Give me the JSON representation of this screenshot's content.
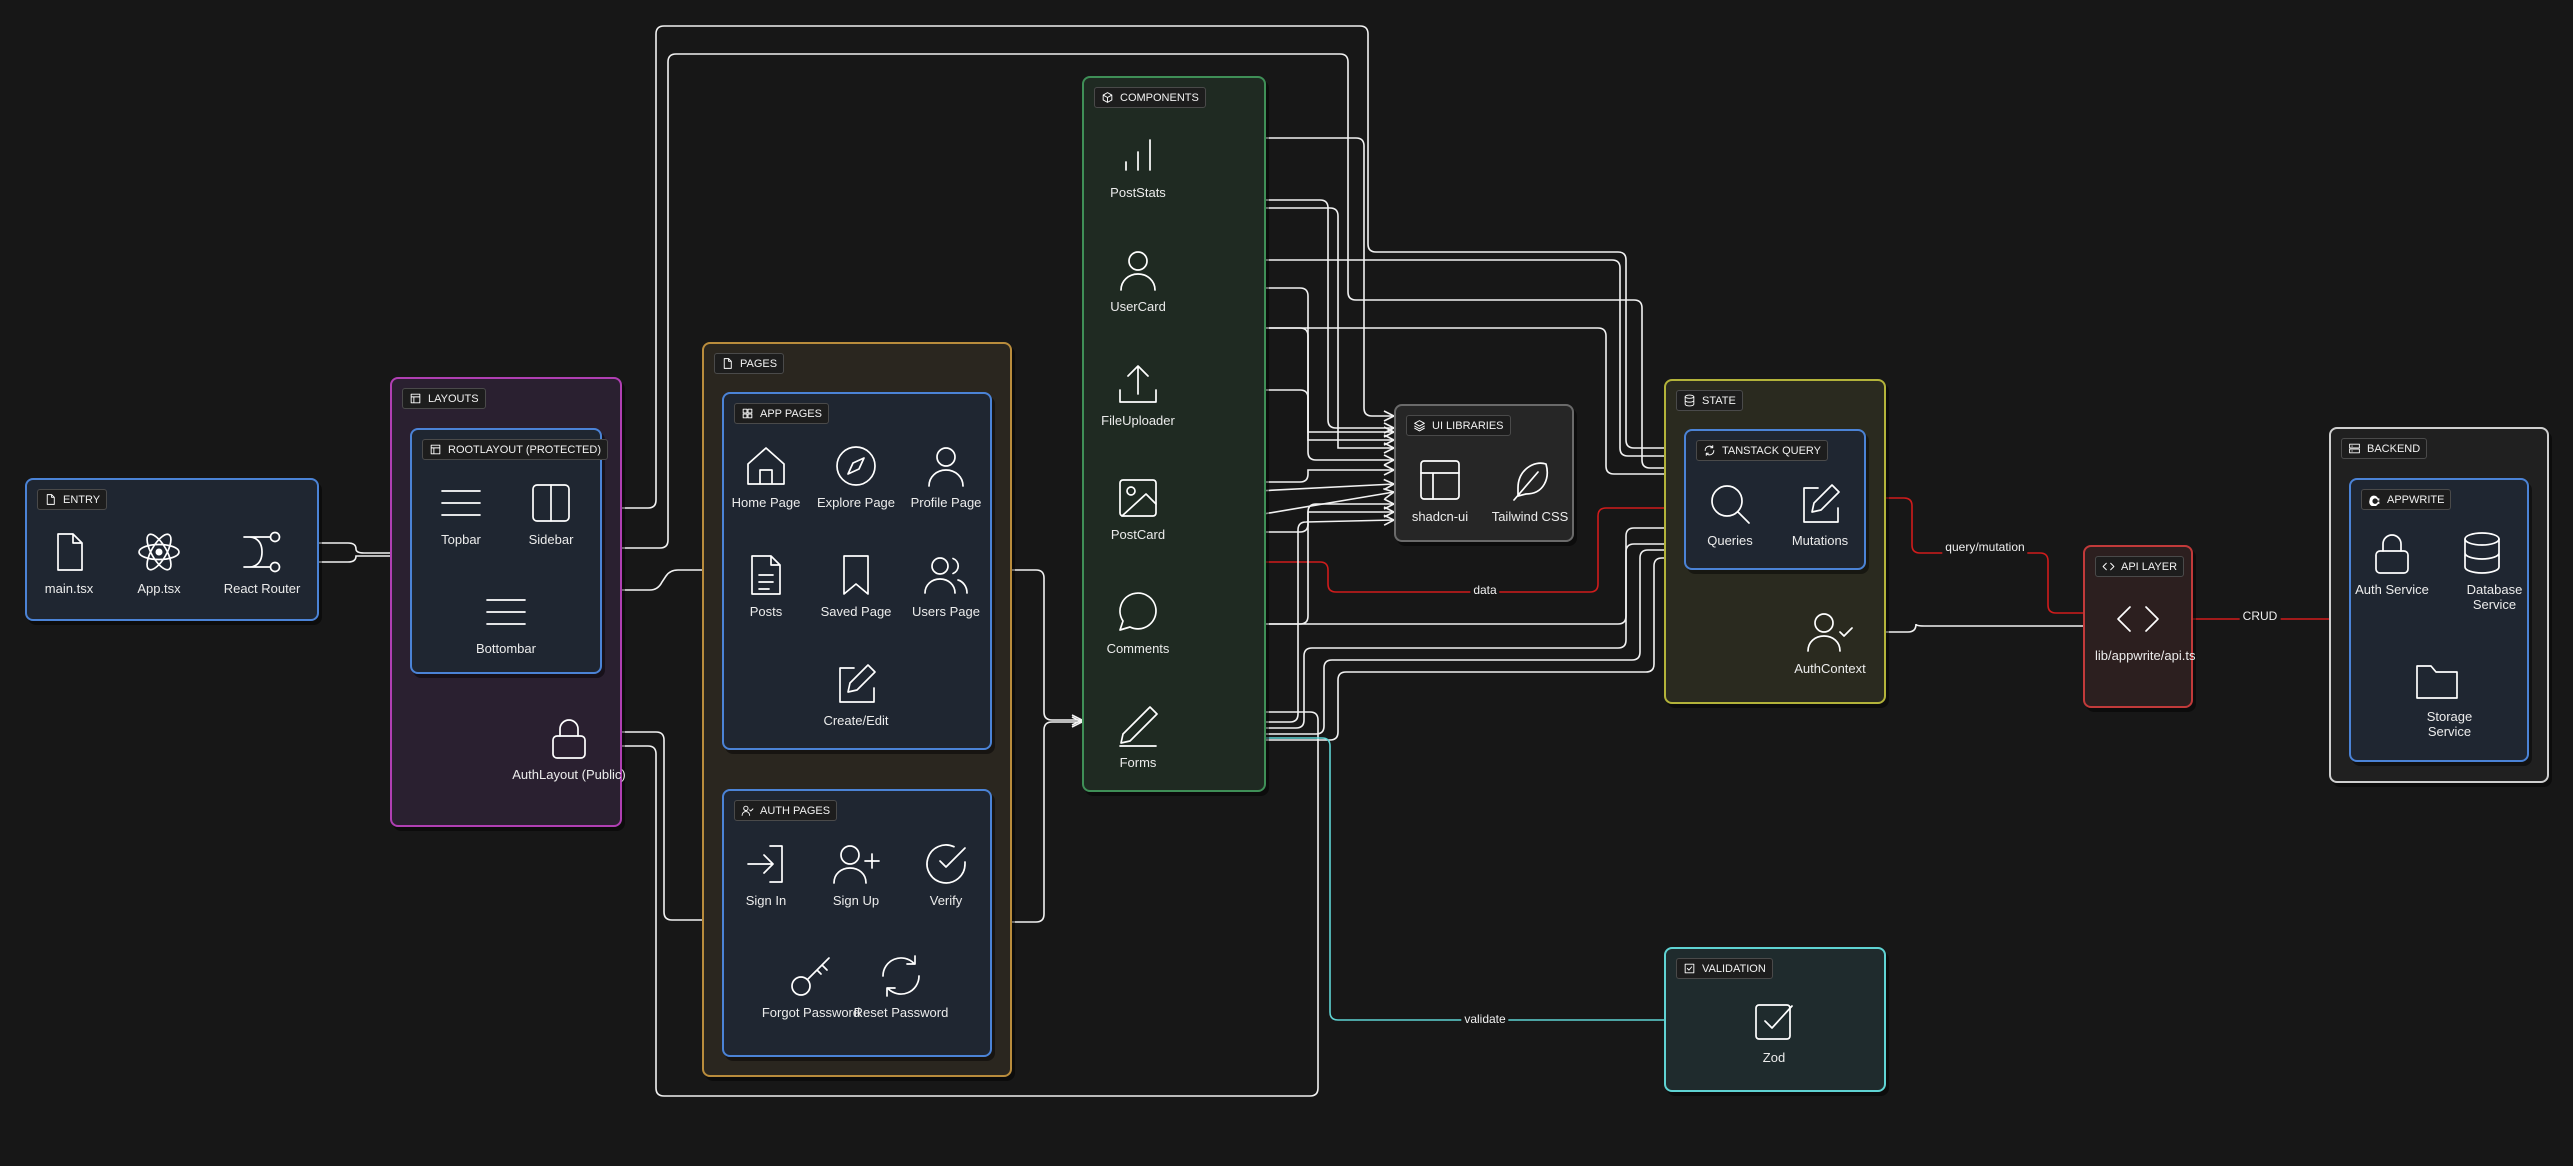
{
  "colors": {
    "background": "#171717",
    "edge_default": "#f2f2f2",
    "edge_data": "#d01c1c",
    "edge_validate": "#5fd3d3"
  },
  "groups": {
    "entry": {
      "label": "ENTRY",
      "icon": "file-icon",
      "color": "#4b83d6"
    },
    "layouts": {
      "label": "LAYOUTS",
      "icon": "layout-icon",
      "color": "#b03fb3"
    },
    "rootlayout": {
      "label": "ROOTLAYOUT (PROTECTED)",
      "icon": "layout-icon",
      "color": "#4b83d6"
    },
    "pages": {
      "label": "PAGES",
      "icon": "file-icon",
      "color": "#b98c3c"
    },
    "app_pages": {
      "label": "APP PAGES",
      "icon": "grid-icon",
      "color": "#4b83d6"
    },
    "auth_pages": {
      "label": "AUTH PAGES",
      "icon": "user-check-icon",
      "color": "#4b83d6"
    },
    "components": {
      "label": "COMPONENTS",
      "icon": "box-icon",
      "color": "#3f8f57"
    },
    "ui_libraries": {
      "label": "UI LIBRARIES",
      "icon": "layers-icon",
      "color": "#6a6a6a"
    },
    "state": {
      "label": "STATE",
      "icon": "database-icon",
      "color": "#b3b33a"
    },
    "tanstack_query": {
      "label": "TANSTACK QUERY",
      "icon": "refresh-icon",
      "color": "#4b83d6"
    },
    "api_layer": {
      "label": "API LAYER",
      "icon": "code-icon",
      "color": "#c23a3a"
    },
    "backend": {
      "label": "BACKEND",
      "icon": "server-icon",
      "color": "#cfcfcf"
    },
    "appwrite": {
      "label": "APPWRITE",
      "icon": "appwrite-logo-icon",
      "color": "#4b83d6"
    },
    "validation": {
      "label": "VALIDATION",
      "icon": "check-square-icon",
      "color": "#5fd3d3"
    }
  },
  "nodes": {
    "main": {
      "label": "main.tsx",
      "icon": "file-icon"
    },
    "app": {
      "label": "App.tsx",
      "icon": "react-atom-icon"
    },
    "router": {
      "label": "React Router",
      "icon": "route-icon"
    },
    "topbar": {
      "label": "Topbar",
      "icon": "menu-icon"
    },
    "sidebar": {
      "label": "Sidebar",
      "icon": "sidebar-panel-icon"
    },
    "bottombar": {
      "label": "Bottombar",
      "icon": "menu-icon"
    },
    "authlayout": {
      "label": "AuthLayout (Public)",
      "icon": "lock-icon"
    },
    "home": {
      "label": "Home Page",
      "icon": "home-icon"
    },
    "explore": {
      "label": "Explore Page",
      "icon": "compass-icon"
    },
    "profile": {
      "label": "Profile Page",
      "icon": "user-icon"
    },
    "posts": {
      "label": "Posts",
      "icon": "document-icon"
    },
    "saved": {
      "label": "Saved Page",
      "icon": "bookmark-icon"
    },
    "users": {
      "label": "Users Page",
      "icon": "users-icon"
    },
    "create_edit": {
      "label": "Create/Edit",
      "icon": "edit-icon"
    },
    "signin": {
      "label": "Sign In",
      "icon": "login-icon"
    },
    "signup": {
      "label": "Sign Up",
      "icon": "user-plus-icon"
    },
    "verify": {
      "label": "Verify",
      "icon": "check-circle-icon"
    },
    "forgot": {
      "label": "Forgot Password",
      "icon": "key-icon"
    },
    "reset": {
      "label": "Reset Password",
      "icon": "refresh-icon"
    },
    "poststats": {
      "label": "PostStats",
      "icon": "bar-chart-icon"
    },
    "usercard": {
      "label": "UserCard",
      "icon": "user-icon"
    },
    "fileuploader": {
      "label": "FileUploader",
      "icon": "upload-icon"
    },
    "postcard": {
      "label": "PostCard",
      "icon": "image-icon"
    },
    "comments": {
      "label": "Comments",
      "icon": "message-circle-icon"
    },
    "forms": {
      "label": "Forms",
      "icon": "pen-icon"
    },
    "shadcn": {
      "label": "shadcn-ui",
      "icon": "layout-icon"
    },
    "tailwind": {
      "label": "Tailwind CSS",
      "icon": "feather-icon"
    },
    "queries": {
      "label": "Queries",
      "icon": "search-icon"
    },
    "mutations": {
      "label": "Mutations",
      "icon": "edit-icon"
    },
    "authcontext": {
      "label": "AuthContext",
      "icon": "user-check-icon"
    },
    "api": {
      "label": "lib/appwrite/api.ts",
      "icon": "code-icon"
    },
    "auth_service": {
      "label": "Auth Service",
      "icon": "lock-icon"
    },
    "database_service": {
      "label": "Database Service",
      "icon": "database-icon"
    },
    "storage_service": {
      "label": "Storage Service",
      "icon": "folder-icon"
    },
    "zod": {
      "label": "Zod",
      "icon": "check-square-icon"
    }
  },
  "edge_labels": {
    "data": "data",
    "query_mutation": "query/mutation",
    "crud": "CRUD",
    "validate": "validate"
  }
}
